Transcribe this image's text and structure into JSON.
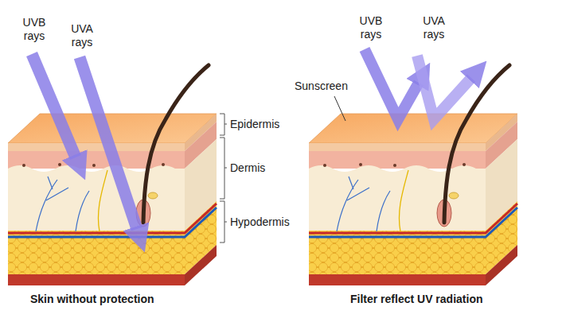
{
  "diagram": {
    "labels": [
      "UVB rays",
      "UVA rays",
      "Sunscreen",
      "UVB rays",
      "UVA rays",
      "Epidermis",
      "Dermis",
      "Hypodermis",
      "Skin without protection",
      "Filter reflect UV radiation"
    ]
  }
}
